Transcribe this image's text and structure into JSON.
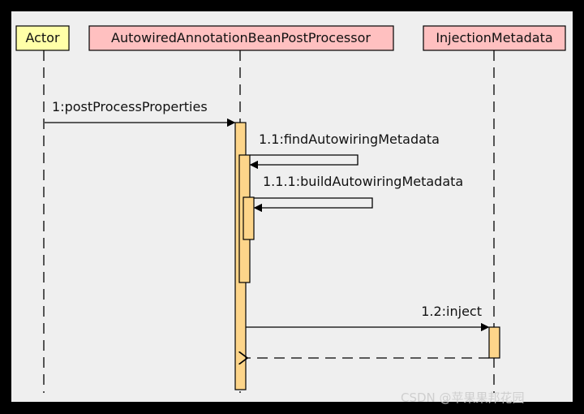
{
  "participants": [
    {
      "name": "Actor",
      "color": "#ffffa8"
    },
    {
      "name": "AutowiredAnnotationBeanPostProcessor",
      "color": "#ffc0c0"
    },
    {
      "name": "InjectionMetadata",
      "color": "#ffc0c0"
    }
  ],
  "messages": [
    {
      "label": "1:postProcessProperties",
      "from": "Actor",
      "to": "AutowiredAnnotationBeanPostProcessor",
      "kind": "sync"
    },
    {
      "label": "1.1:findAutowiringMetadata",
      "from": "AutowiredAnnotationBeanPostProcessor",
      "to": "AutowiredAnnotationBeanPostProcessor",
      "kind": "self"
    },
    {
      "label": "1.1.1:buildAutowiringMetadata",
      "from": "AutowiredAnnotationBeanPostProcessor",
      "to": "AutowiredAnnotationBeanPostProcessor",
      "kind": "self"
    },
    {
      "label": "1.2:inject",
      "from": "AutowiredAnnotationBeanPostProcessor",
      "to": "InjectionMetadata",
      "kind": "sync"
    },
    {
      "label": "",
      "from": "InjectionMetadata",
      "to": "AutowiredAnnotationBeanPostProcessor",
      "kind": "return"
    }
  ],
  "activation_color": "#fdd58a",
  "watermark": "CSDN @苹果果邦花园"
}
